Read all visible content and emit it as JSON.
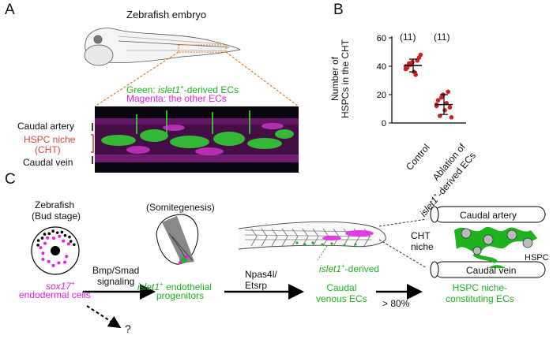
{
  "panels": {
    "a": "A",
    "b": "B",
    "c": "C"
  },
  "panel_a": {
    "title": "Zebrafish embryo",
    "legend_green_prefix": "Green: ",
    "legend_green_gene": "islet1",
    "legend_green_sup": "+",
    "legend_green_suffix": "-derived ECs",
    "legend_magenta": "Magenta: the other ECs",
    "label_artery": "Caudal artery",
    "label_niche_1": "HSPC niche",
    "label_niche_2": "(CHT)",
    "label_vein": "Caudal vein",
    "colors": {
      "green": "#1db31d",
      "magenta": "#e61ee6",
      "red": "#e0413a",
      "orange": "#e8781e"
    }
  },
  "chart_data": {
    "type": "scatter",
    "ylabel_1": "Number of",
    "ylabel_2": "HSPCs in the CHT",
    "ylim": [
      0,
      60
    ],
    "yticks": [
      "0",
      "20",
      "40",
      "60"
    ],
    "categories": [
      "Control",
      "Ablation of",
      "islet1+-derived ECs"
    ],
    "category_label_parts": {
      "line1": "Ablation of",
      "gene": "islet1",
      "sup": "+",
      "suffix": "-derived ECs"
    },
    "n_labels": [
      "(11)",
      "(11)"
    ],
    "series": [
      {
        "values": [
          38,
          41,
          43,
          44,
          46,
          39,
          42,
          36,
          34,
          48,
          40
        ],
        "mean": 40.5,
        "sd": 4.5
      },
      {
        "values": [
          13,
          18,
          20,
          22,
          11,
          16,
          5,
          9,
          14,
          4,
          12
        ],
        "mean": 13,
        "sd": 7
      }
    ],
    "point_color": "#cc1f1f"
  },
  "panel_c": {
    "zebrafish": "Zebrafish",
    "bud_stage": "(Bud stage)",
    "somitogenesis": "(Somitegenesis)",
    "sox17_gene": "sox17",
    "sox17_sup": "+",
    "endodermal": "endodermal cells",
    "bmp_1": "Bmp/Smad",
    "bmp_2": "signaling",
    "islet1_gene": "islet1",
    "islet1_sup": "+",
    "endothelial": " endothelial",
    "progenitors": "progenitors",
    "npas_1": "Npas4l/",
    "npas_2": "Etsrp",
    "caudal": "Caudal",
    "venous": "venous ECs",
    "derived_gene": "islet1",
    "derived_sup": "+",
    "derived_suffix": "-derived",
    "gt80": "> 80%",
    "hspc_niche": "HSPC niche-",
    "constituting": "constituting ECs",
    "caudal_artery": "Caudal artery",
    "caudal_vein": "Caudal vein",
    "cht": "CHT",
    "niche": "niche",
    "hspc": "HSPC",
    "question": "?"
  }
}
